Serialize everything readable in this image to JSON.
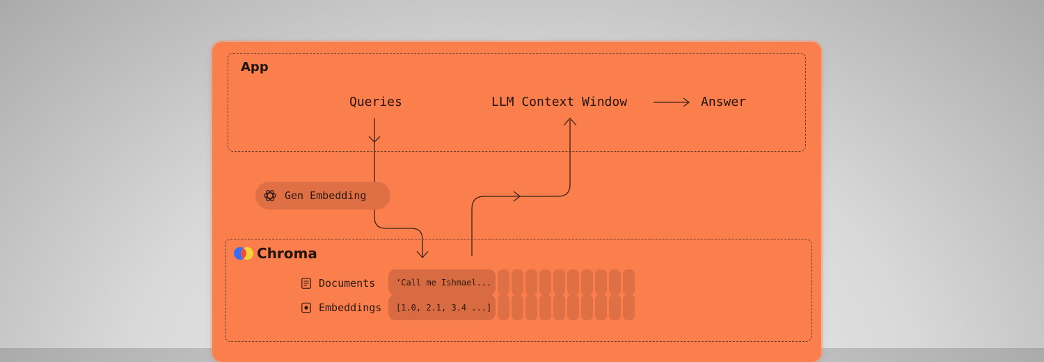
{
  "app": {
    "title": "App",
    "queries": "Queries",
    "context_window": "LLM Context Window",
    "answer": "Answer"
  },
  "embedding": {
    "label": "Gen Embedding",
    "icon": "openai-logo-icon"
  },
  "chroma": {
    "title": "Chroma",
    "logo": "chroma-logo-icon",
    "rows": [
      {
        "label": "Documents",
        "icon": "document-icon",
        "value": "‘Call me Ishmael..."
      },
      {
        "label": "Embeddings",
        "icon": "embedding-dot-icon",
        "value": "[1.0, 2.1, 3.4 ...]"
      }
    ]
  },
  "colors": {
    "card": "#fb7f4c",
    "pill": "#df7046",
    "cell": "#df6f45",
    "ink": "#221410",
    "chroma_blue": "#3b6cf2",
    "chroma_yellow": "#f7d13c",
    "chroma_red": "#ef4b3c"
  }
}
